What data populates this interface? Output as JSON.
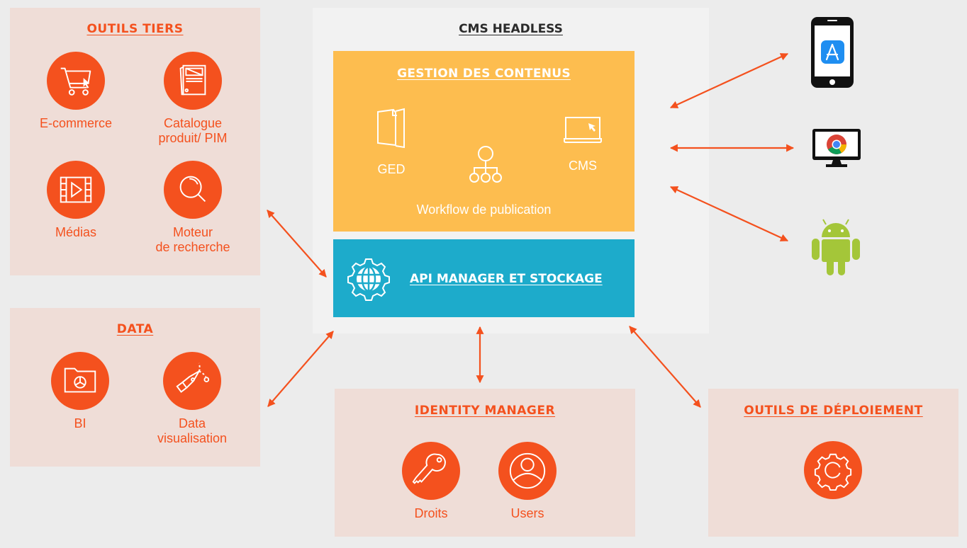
{
  "diagram": {
    "title": "CMS HEADLESS",
    "colors": {
      "accent": "#f4511e",
      "panel_bg": "#efddd7",
      "gestion_bg": "#fdbd4f",
      "api_bg": "#1dabcb",
      "page_bg": "#ececec",
      "android_green": "#a4c639"
    },
    "outils_tiers": {
      "title": "OUTILS TIERS",
      "items": [
        {
          "label": "E-commerce",
          "icon": "shopping-cart-icon"
        },
        {
          "label": "Catalogue\nproduit/ PIM",
          "icon": "catalog-icon"
        },
        {
          "label": "Médias",
          "icon": "video-film-icon"
        },
        {
          "label": "Moteur\nde recherche",
          "icon": "magnifier-icon"
        }
      ]
    },
    "data_panel": {
      "title": "DATA",
      "items": [
        {
          "label": "BI",
          "icon": "pie-chart-folder-icon"
        },
        {
          "label": "Data\nvisualisation",
          "icon": "pen-tool-icon"
        }
      ]
    },
    "gestion": {
      "title": "GESTION DES CONTENUS",
      "items": [
        {
          "label": "GED",
          "icon": "document-icon"
        },
        {
          "label": "CMS",
          "icon": "laptop-cursor-icon"
        }
      ],
      "workflow_label": "Workflow de publication"
    },
    "api": {
      "title": "API MANAGER ET STOCKAGE",
      "icon": "globe-gear-icon"
    },
    "identity": {
      "title": "IDENTITY MANAGER",
      "items": [
        {
          "label": "Droits",
          "icon": "key-icon"
        },
        {
          "label": "Users",
          "icon": "user-icon"
        }
      ]
    },
    "deploiement": {
      "title": "OUTILS DE DÉPLOIEMENT",
      "icon": "gear-refresh-icon"
    },
    "channels": [
      {
        "name": "iOS app",
        "icon": "smartphone-appstore-icon"
      },
      {
        "name": "Web",
        "icon": "monitor-chrome-icon"
      },
      {
        "name": "Android",
        "icon": "android-icon"
      }
    ]
  }
}
